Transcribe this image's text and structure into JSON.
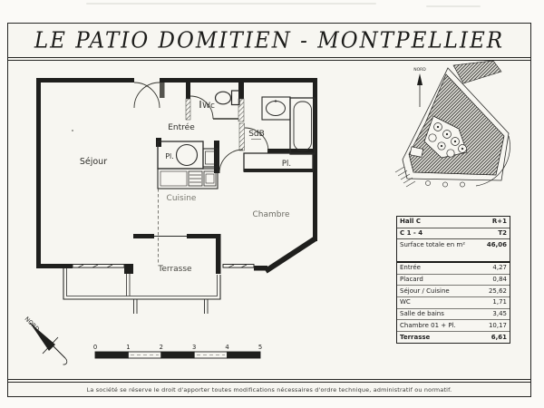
{
  "title": "LE PATIO DOMITIEN - MONTPELLIER",
  "plan": {
    "rooms": {
      "sejour": "Séjour",
      "entree": "Entrée",
      "wc": "Wc",
      "sdb": "SdB",
      "cuisine": "Cuisine",
      "chambre": "Chambre",
      "terrasse": "Terrasse",
      "placard_entree": "Pl.",
      "placard_chambre": "Pl."
    }
  },
  "site_plan": {
    "north_label": "NORD"
  },
  "compass": {
    "north_label": "NORD"
  },
  "scale_bar": {
    "ticks": [
      "0",
      "1",
      "2",
      "3",
      "4",
      "5"
    ]
  },
  "table": {
    "header_rows": [
      {
        "label": "Hall C",
        "value": "R+1"
      },
      {
        "label": "C 1 - 4",
        "value": "T2"
      }
    ],
    "surface_row": {
      "label": "Surface totale en m²",
      "value": "46,06"
    },
    "room_rows": [
      {
        "label": "Entrée",
        "value": "4,27"
      },
      {
        "label": "Placard",
        "value": "0,84"
      },
      {
        "label": "Séjour / Cuisine",
        "value": "25,62"
      },
      {
        "label": "WC",
        "value": "1,71"
      },
      {
        "label": "Salle de bains",
        "value": "3,45"
      },
      {
        "label": "Chambre 01 + Pl.",
        "value": "10,17"
      }
    ],
    "terrasse_row": {
      "label": "Terrasse",
      "value": "6,61"
    }
  },
  "footer": {
    "disclaimer": "La société se réserve le droit d'apporter toutes modifications nécessaires d'ordre technique, administratif ou normatif."
  },
  "colors": {
    "ink": "#1d1d1b",
    "paper": "#f7f6f1",
    "faded": "#6e6e6e"
  }
}
